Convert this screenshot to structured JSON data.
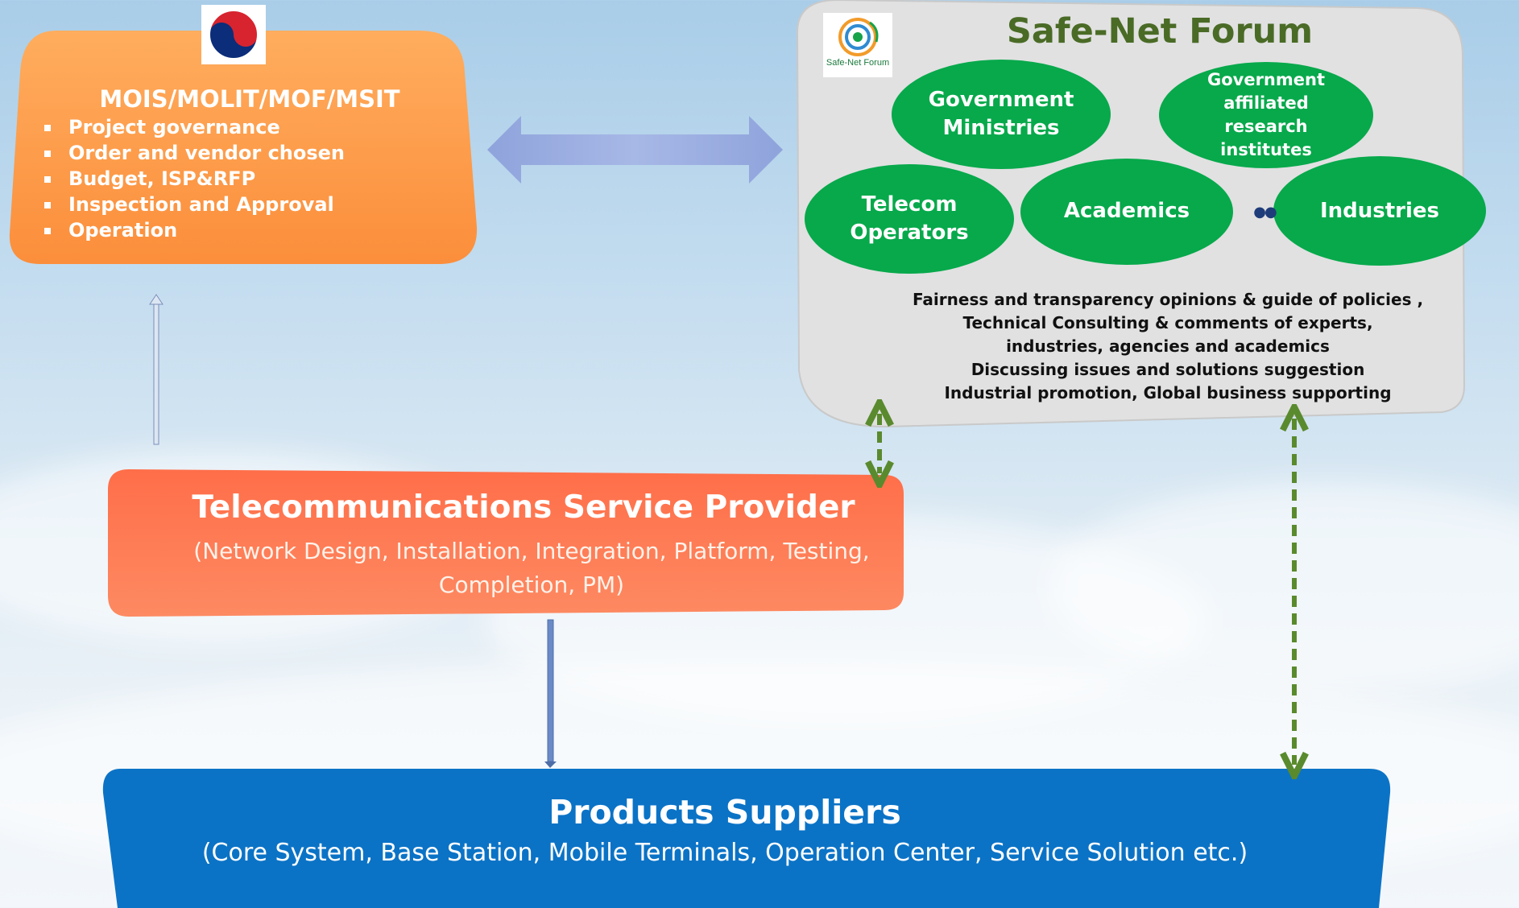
{
  "government": {
    "title": "MOIS/MOLIT/MOF/MSIT",
    "items": [
      "Project governance",
      "Order and vendor chosen",
      "Budget, ISP&RFP",
      "Inspection and Approval",
      "Operation"
    ]
  },
  "forum": {
    "title": "Safe-Net Forum",
    "logo_text": "Safe-Net Forum",
    "members": {
      "gov_ministries": "Government Ministries",
      "research": "Government affiliated research institutes",
      "telecom": "Telecom Operators",
      "academics": "Academics",
      "ellipsis": "●●",
      "industries": "Industries"
    },
    "notes": [
      "Fairness and transparency opinions & guide of policies ,",
      "Technical Consulting & comments of experts,",
      "industries, agencies and academics",
      "Discussing issues and solutions suggestion",
      "Industrial promotion, Global business supporting"
    ]
  },
  "provider": {
    "title": "Telecommunications Service Provider",
    "subtitle": "(Network Design, Installation, Integration, Platform, Testing, Completion, PM)"
  },
  "suppliers": {
    "title": "Products Suppliers",
    "subtitle": "(Core System, Base Station, Mobile Terminals, Operation Center, Service Solution etc.)"
  },
  "colors": {
    "gov_box": "#fb933f",
    "forum_box": "#e1e1e1",
    "member_ellipse": "#07a94b",
    "forum_title": "#4a6b26",
    "provider_box": "#fd7c55",
    "suppliers_box": "#0b73c6",
    "dashed_arrow": "#5a8a2e",
    "double_arrow": "#9dafe0"
  }
}
